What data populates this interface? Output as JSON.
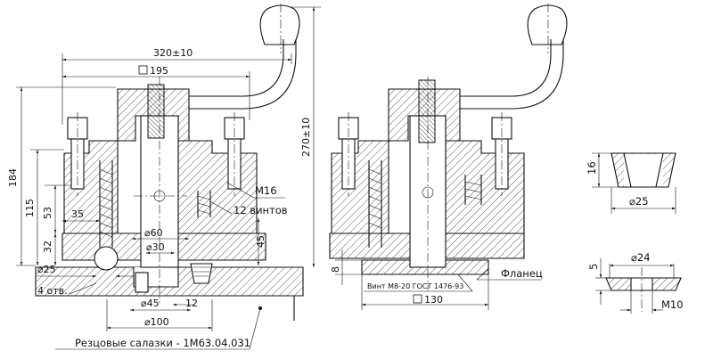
{
  "labels": {
    "width_320": "320±10",
    "square_195": "195",
    "height_270": "270±10",
    "height_184": "184",
    "height_115": "115",
    "height_53": "53",
    "height_32": "32",
    "dim_35": "35",
    "dia_60": "⌀60",
    "dia_30": "⌀30",
    "dim_45_right": "45",
    "thread_m16": "M16",
    "screws_count": "12 винтов",
    "dia_25_left": "⌀25",
    "holes_count": "4 отв.",
    "dia_45": "⌀45",
    "dim_12": "12",
    "dia_100": "⌀100",
    "cutter_slide": "Резцовые салазки - 1М63.04.031",
    "dim_8": "8",
    "screw_gost": "Винт М8-20 ГОСТ 1476-93",
    "flange": "Фланец",
    "square_130": "130",
    "ring_height_16": "16",
    "ring_dia_25": "⌀25",
    "washer_height_5": "5",
    "washer_dia_24": "⌀24",
    "washer_thread": "М10"
  }
}
